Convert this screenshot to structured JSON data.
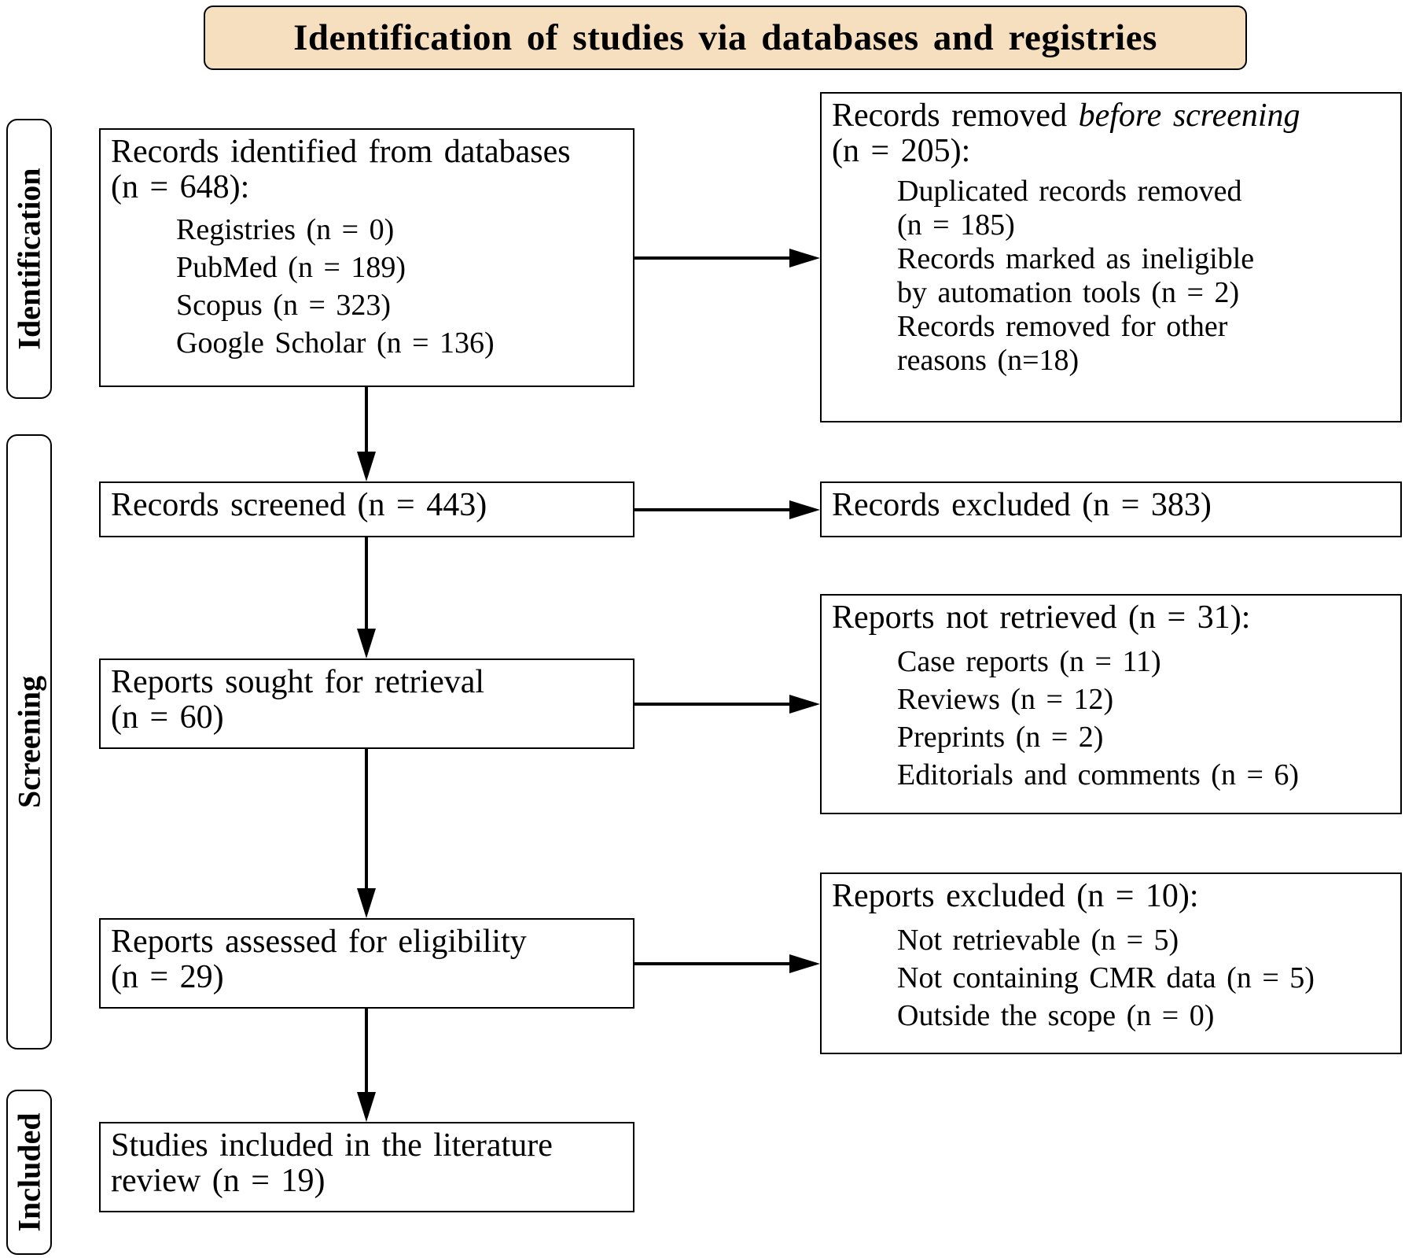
{
  "header": {
    "title": "Identification of studies via databases and registries"
  },
  "phases": {
    "identification": "Identification",
    "screening": "Screening",
    "included": "Included"
  },
  "boxes": {
    "identified": {
      "line1": "Records identified from databases",
      "line2": "(n = 648):",
      "items": [
        "Registries (n = 0)",
        "PubMed (n = 189)",
        "Scopus (n = 323)",
        "Google Scholar (n = 136)"
      ]
    },
    "removed": {
      "line1_prefix": "Records removed ",
      "line1_italic": "before screening",
      "line2": "(n = 205):",
      "items": [
        "Duplicated records removed",
        "(n = 185)",
        "Records marked as ineligible",
        "by automation tools (n = 2)",
        "Records removed for other",
        "reasons (n=18)"
      ]
    },
    "screened": {
      "line1": "Records screened (n = 443)"
    },
    "excluded": {
      "line1": "Records excluded (n = 383)"
    },
    "sought": {
      "line1": "Reports sought for retrieval",
      "line2": "(n = 60)"
    },
    "not_retrieved": {
      "line1": "Reports not retrieved (n = 31):",
      "items": [
        "Case reports (n = 11)",
        "Reviews (n = 12)",
        "Preprints (n = 2)",
        "Editorials and comments (n = 6)"
      ]
    },
    "assessed": {
      "line1": "Reports assessed for eligibility",
      "line2": "(n = 29)"
    },
    "reports_excluded": {
      "line1": "Reports excluded (n = 10):",
      "items": [
        "Not retrievable (n = 5)",
        "Not containing CMR data (n = 5)",
        "Outside the scope (n = 0)"
      ]
    },
    "included": {
      "line1": "Studies included in the literature",
      "line2": "review (n = 19)"
    }
  }
}
